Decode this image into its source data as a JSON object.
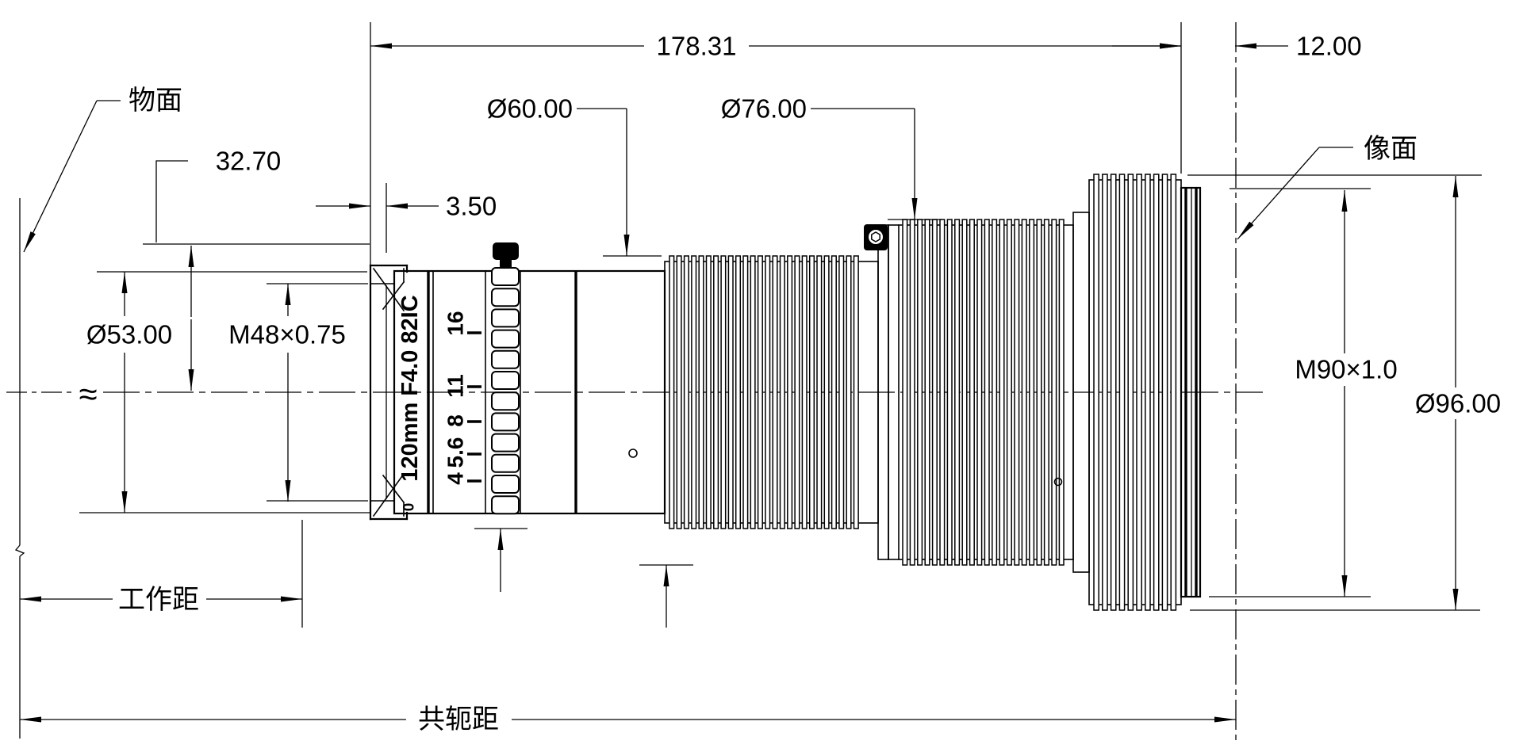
{
  "drawing": {
    "planes": {
      "object": "物面",
      "image": "像面"
    },
    "distances": {
      "working": "工作距",
      "conjugate": "共轭距",
      "total_length": "178.31",
      "flange_to_image": "12.00",
      "front_offset": "32.70",
      "face_to_vertex": "3.50"
    },
    "diameters": {
      "front": "Ø53.00",
      "filter_thread": "M48×0.75",
      "focus_ring": "Ø60.00",
      "mid_ring": "Ø76.00",
      "mount_thread": "M90×1.0",
      "rear_flange": "Ø96.00"
    },
    "markings": {
      "model": "120mm F4.0 82IC",
      "aperture_scale": [
        "16",
        "11",
        "8",
        "5.6",
        "4"
      ],
      "aperture_index": "0"
    },
    "symbols": {
      "approx": "≈"
    },
    "colors": {
      "line": "#000000",
      "background": "#ffffff"
    }
  }
}
